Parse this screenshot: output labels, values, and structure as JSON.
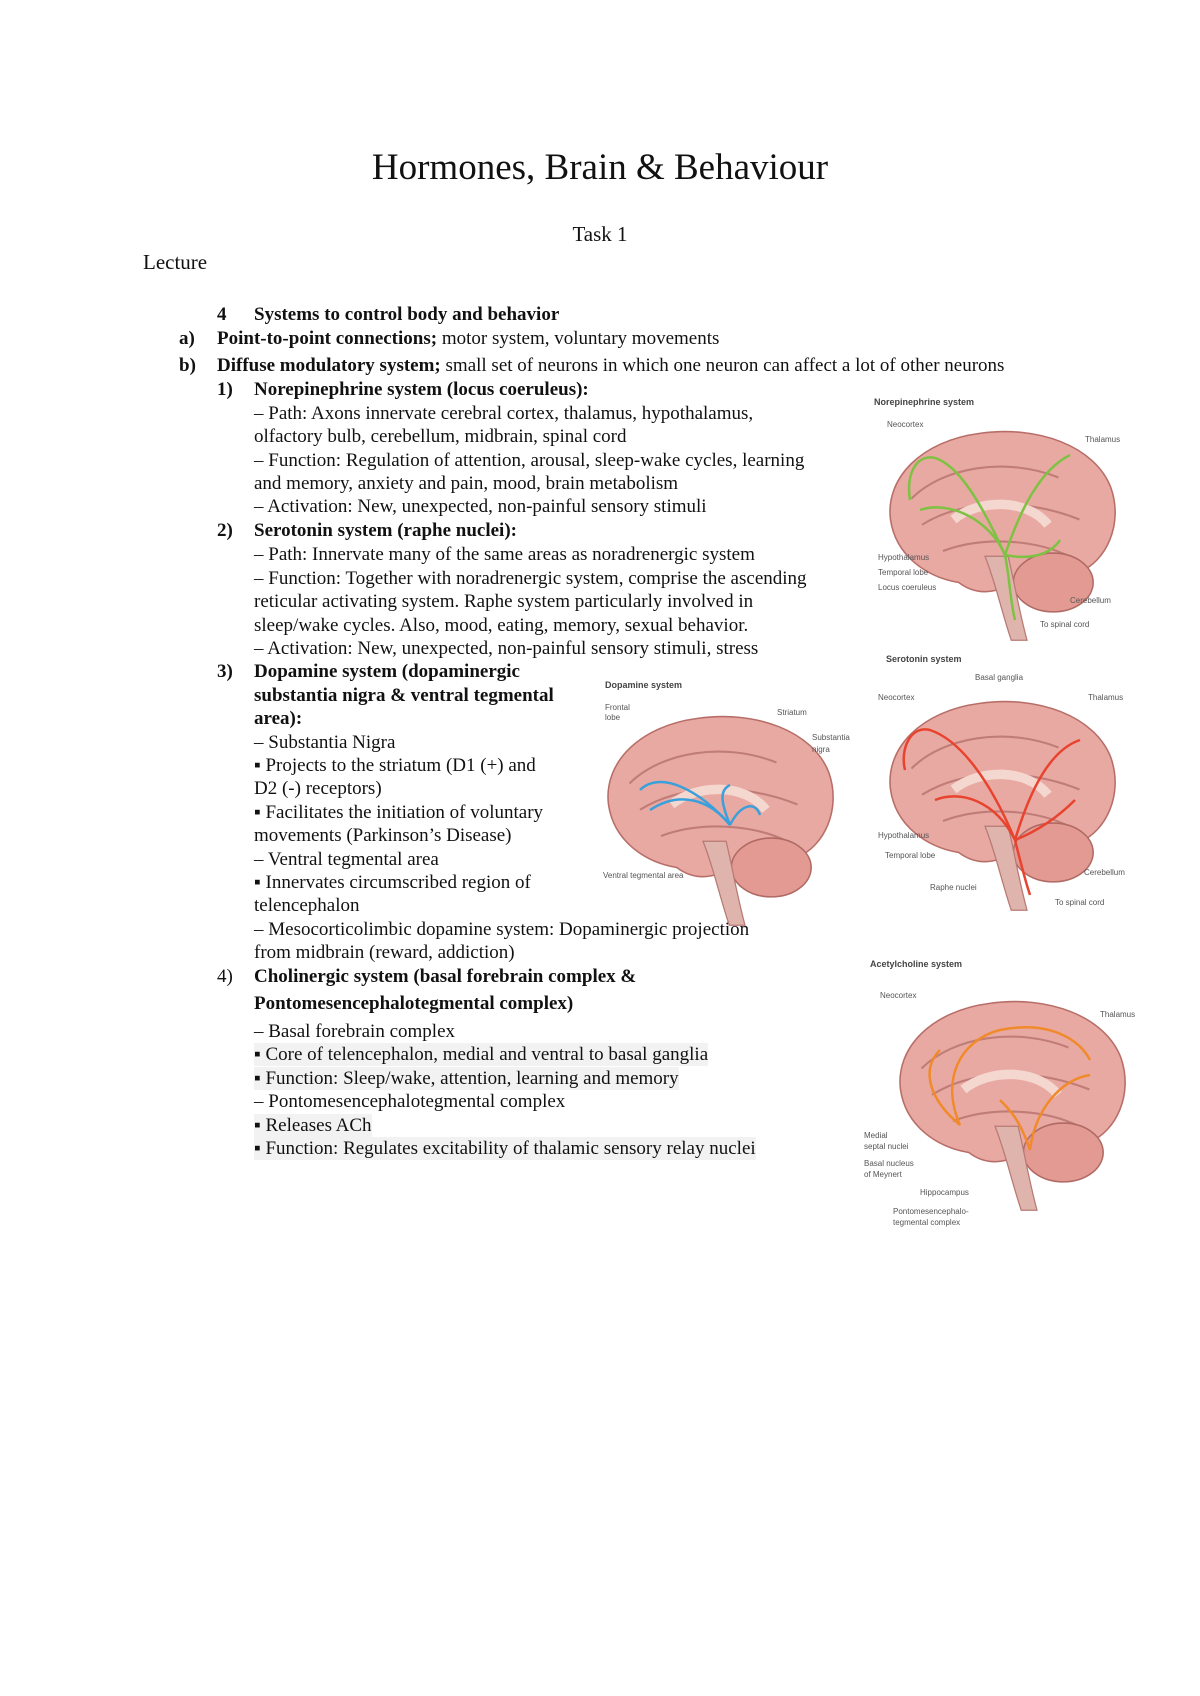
{
  "title": "Hormones, Brain & Behaviour",
  "task": "Task 1",
  "lecture": "Lecture",
  "heading": {
    "num": "4",
    "text": "Systems to control body and behavior"
  },
  "a": {
    "label": "a)",
    "bold": "Point-to-point connections;",
    "rest": " motor system, voluntary movements"
  },
  "b": {
    "label": "b)",
    "bold": "Diffuse modulatory system;",
    "rest": " small set of neurons in which one neuron can affect a lot of other neurons"
  },
  "s1": {
    "num": "1)",
    "title": "Norepinephrine system (locus coeruleus):",
    "lines": [
      "– Path: Axons innervate cerebral cortex, thalamus, hypothalamus,",
      "olfactory bulb, cerebellum, midbrain, spinal cord",
      "– Function: Regulation of attention, arousal, sleep-wake cycles, learning",
      "and memory, anxiety and pain, mood, brain metabolism",
      "– Activation: New, unexpected, non-painful sensory stimuli"
    ]
  },
  "s2": {
    "num": "2)",
    "title": "Serotonin system (raphe nuclei):",
    "lines": [
      "– Path: Innervate many of the same areas as noradrenergic system",
      "– Function:  Together with noradrenergic system, comprise the ascending",
      "reticular activating system. Raphe system particularly involved in",
      "sleep/wake cycles. Also, mood, eating, memory, sexual behavior.",
      "– Activation: New, unexpected, non-painful sensory stimuli, stress"
    ]
  },
  "s3": {
    "num": "3)",
    "title_lines": [
      "Dopamine system (dopaminergic",
      "substantia nigra & ventral tegmental",
      "area):"
    ],
    "lines": [
      "– Substantia Nigra",
      "▪ Projects to the striatum (D1 (+) and",
      "D2 (-) receptors)",
      "▪ Facilitates the initiation of voluntary",
      "movements (Parkinson’s Disease)",
      "– Ventral tegmental area",
      "▪ Innervates circumscribed region of",
      "telencephalon",
      "– Mesocorticolimbic dopamine system: Dopaminergic projection",
      "from midbrain (reward, addiction)"
    ]
  },
  "s4": {
    "num": "4)",
    "title_lines": [
      "Cholinergic system (basal forebrain complex &",
      "Pontomesencephalotegmental complex)"
    ],
    "lines": [
      "– Basal forebrain complex",
      "▪ Core of telencephalon, medial and ventral to basal ganglia",
      "▪ Function:  Sleep/wake, attention, learning and memory",
      "– Pontomesencephalotegmental complex",
      "▪ Releases ACh",
      "▪ Function: Regulates excitability of thalamic sensory relay nuclei"
    ]
  },
  "figures": {
    "norepinephrine": {
      "title": "Norepinephrine system",
      "labels": [
        "Neocortex",
        "Thalamus",
        "Hypothalamus",
        "Temporal lobe",
        "Locus coeruleus",
        "Cerebellum",
        "To spinal cord"
      ],
      "color": "#7dc242"
    },
    "serotonin": {
      "title": "Serotonin system",
      "labels": [
        "Basal ganglia",
        "Neocortex",
        "Thalamus",
        "Hypothalamus",
        "Temporal lobe",
        "Raphe nuclei",
        "Cerebellum",
        "To spinal cord"
      ],
      "color": "#e8432e"
    },
    "dopamine": {
      "title": "Dopamine system",
      "labels": [
        "Frontal",
        "lobe",
        "Striatum",
        "Substantia",
        "nigra",
        "Ventral tegmental area"
      ],
      "color": "#3aa0dc"
    },
    "acetylcholine": {
      "title": "Acetylcholine system",
      "labels": [
        "Neocortex",
        "Thalamus",
        "Medial",
        "septal nuclei",
        "Basal nucleus",
        "of Meynert",
        "Hippocampus",
        "Pontomesencephalo-",
        "tegmental complex"
      ],
      "color": "#f08a2a"
    }
  }
}
